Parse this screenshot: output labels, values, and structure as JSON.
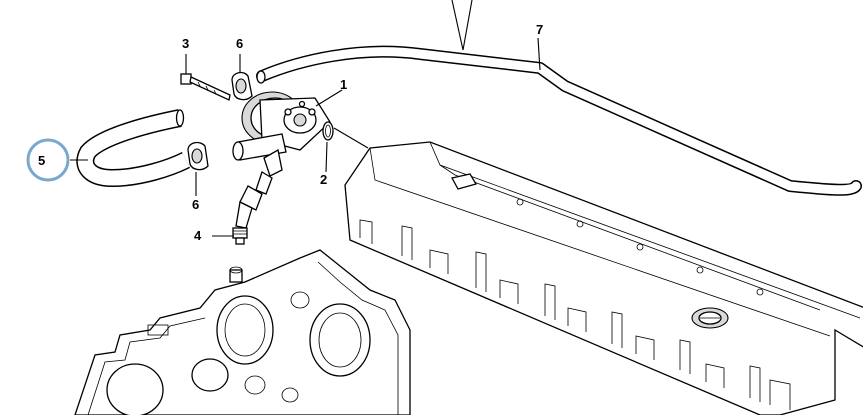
{
  "callouts": [
    {
      "id": "1",
      "label": "1"
    },
    {
      "id": "2",
      "label": "2"
    },
    {
      "id": "3",
      "label": "3"
    },
    {
      "id": "4",
      "label": "4"
    },
    {
      "id": "5",
      "label": "5"
    },
    {
      "id": "6a",
      "label": "6"
    },
    {
      "id": "6b",
      "label": "6"
    },
    {
      "id": "7",
      "label": "7"
    }
  ],
  "highlight": {
    "callout": "5",
    "color": "#7aa7cf"
  }
}
